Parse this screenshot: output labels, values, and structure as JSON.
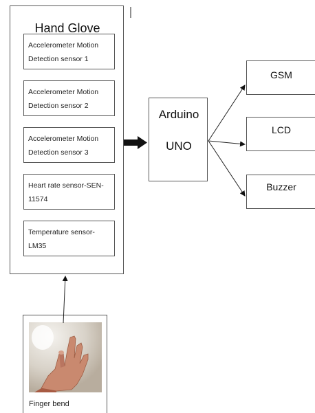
{
  "glove": {
    "title": "Hand Glove",
    "sensors": [
      {
        "line1": "Accelerometer Motion",
        "line2": "Detection sensor 1"
      },
      {
        "line1": "Accelerometer Motion",
        "line2": "Detection sensor 2"
      },
      {
        "line1": "Accelerometer Motion",
        "line2": "Detection sensor 3"
      },
      {
        "line1": "Heart rate sensor-SEN-",
        "line2": "11574"
      },
      {
        "line1": "Temperature sensor-",
        "line2": "LM35"
      }
    ]
  },
  "controller": {
    "line1": "Arduino",
    "line2": "UNO"
  },
  "outputs": [
    {
      "label": "GSM"
    },
    {
      "label": "LCD"
    },
    {
      "label": "Buzzer"
    }
  ],
  "input": {
    "caption": "Finger bend"
  },
  "colors": {
    "stroke": "#555555",
    "arrow": "#111111"
  }
}
